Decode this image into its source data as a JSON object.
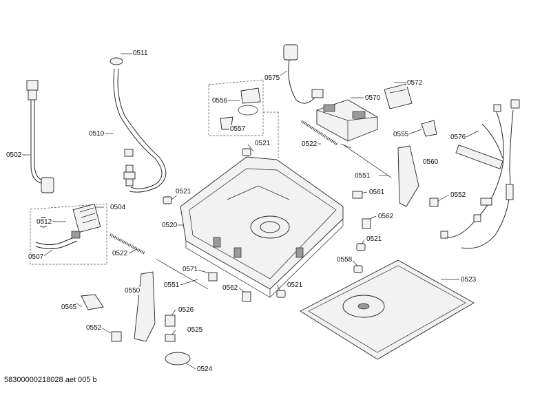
{
  "labels": {
    "p0511": "0511",
    "p0510": "0510",
    "p0502": "0502",
    "p0504": "0504",
    "p0512": "0512",
    "p0507": "0507",
    "p0522a": "0522",
    "p0522b": "0522",
    "p0575": "0575",
    "p0556": "0556",
    "p0557": "0557",
    "p0570": "0570",
    "p0572": "0572",
    "p0555": "0555",
    "p0576": "0576",
    "p0521a": "0521",
    "p0521b": "0521",
    "p0521c": "0521",
    "p0521d": "0521",
    "p0520": "0520",
    "p0551a": "0551",
    "p0551b": "0551",
    "p0560": "0560",
    "p0561": "0561",
    "p0552a": "0552",
    "p0552b": "0552",
    "p0562a": "0562",
    "p0562b": "0562",
    "p0558": "0558",
    "p0523": "0523",
    "p0571": "0571",
    "p0565": "0565",
    "p0550": "0550",
    "p0526": "0526",
    "p0525": "0525",
    "p0524": "0524"
  },
  "footer": "58300000218028 aet 005 b"
}
